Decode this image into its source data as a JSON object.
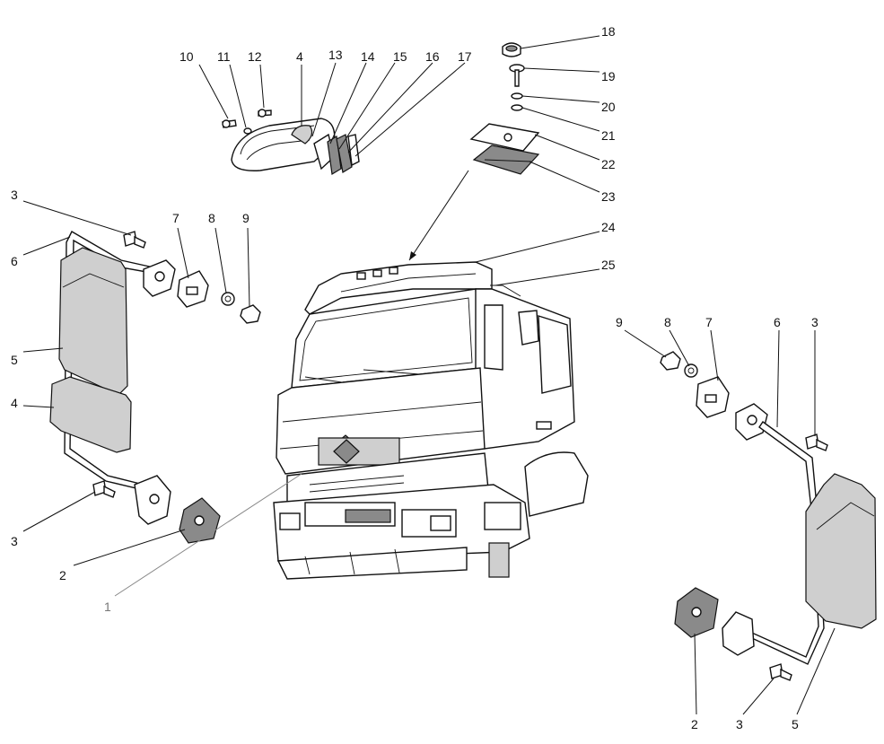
{
  "labels": {
    "l1": "1",
    "l2a": "2",
    "l2b": "2",
    "l3a": "3",
    "l3b": "3",
    "l3c": "3",
    "l3d": "3",
    "l4a": "4",
    "l4b": "4",
    "l5a": "5",
    "l5b": "5",
    "l6a": "6",
    "l6b": "6",
    "l7a": "7",
    "l7b": "7",
    "l8a": "8",
    "l8b": "8",
    "l9a": "9",
    "l9b": "9",
    "l10": "10",
    "l11": "11",
    "l12": "12",
    "l13": "13",
    "l14": "14",
    "l15": "15",
    "l16": "16",
    "l17": "17",
    "l18": "18",
    "l19": "19",
    "l20": "20",
    "l21": "21",
    "l22": "22",
    "l23": "23",
    "l24": "24",
    "l25": "25"
  }
}
